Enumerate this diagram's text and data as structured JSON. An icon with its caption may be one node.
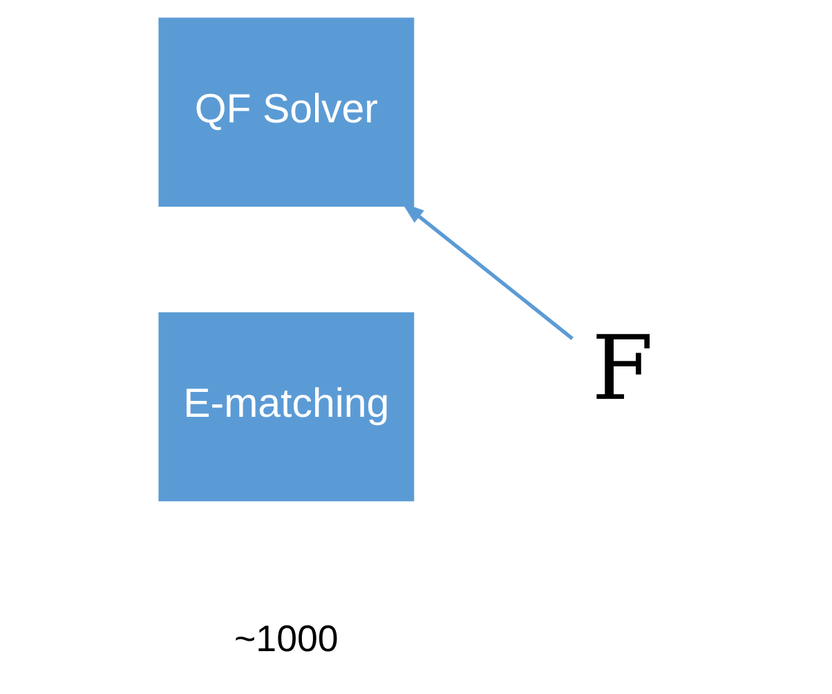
{
  "diagram": {
    "nodes": [
      {
        "text": [
          "QF Solver"
        ]
      },
      {
        "text": [
          "E-matching"
        ]
      },
      {
        "text": [
          "F"
        ]
      }
    ],
    "edges": [
      {
        "from": 2,
        "to": 0,
        "arrow": "to",
        "color": "#5b9bd5"
      }
    ],
    "labels": [
      "~1000"
    ]
  }
}
